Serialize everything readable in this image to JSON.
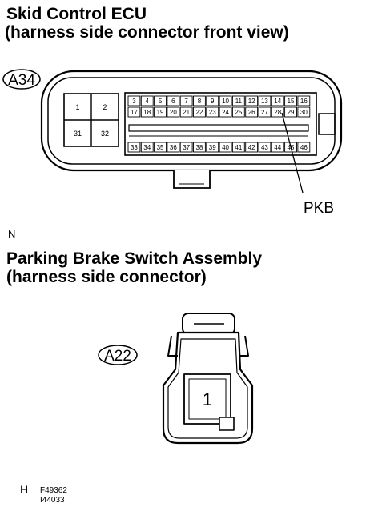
{
  "header": {
    "title_line1": "Skid Control ECU",
    "title_line2": "(harness side connector front view)"
  },
  "connector_a34": {
    "tag": "A34",
    "left_block": [
      "1",
      "2",
      "31",
      "32"
    ],
    "row1": [
      "3",
      "4",
      "5",
      "6",
      "7",
      "8",
      "9",
      "10",
      "11",
      "12",
      "13",
      "14",
      "15",
      "16"
    ],
    "row2": [
      "17",
      "18",
      "19",
      "20",
      "21",
      "22",
      "23",
      "24",
      "25",
      "26",
      "27",
      "28",
      "29",
      "30"
    ],
    "row3": [
      "33",
      "34",
      "35",
      "36",
      "37",
      "38",
      "39",
      "40",
      "41",
      "42",
      "43",
      "44",
      "45",
      "46"
    ],
    "callout_label": "PKB"
  },
  "marker_n": "N",
  "section2": {
    "title_line1": "Parking Brake Switch Assembly",
    "title_line2": "(harness side connector)"
  },
  "connector_a22": {
    "tag": "A22",
    "pin": "1"
  },
  "footer": {
    "marker_h": "H",
    "code1": "F49362",
    "code2": "I44033"
  }
}
